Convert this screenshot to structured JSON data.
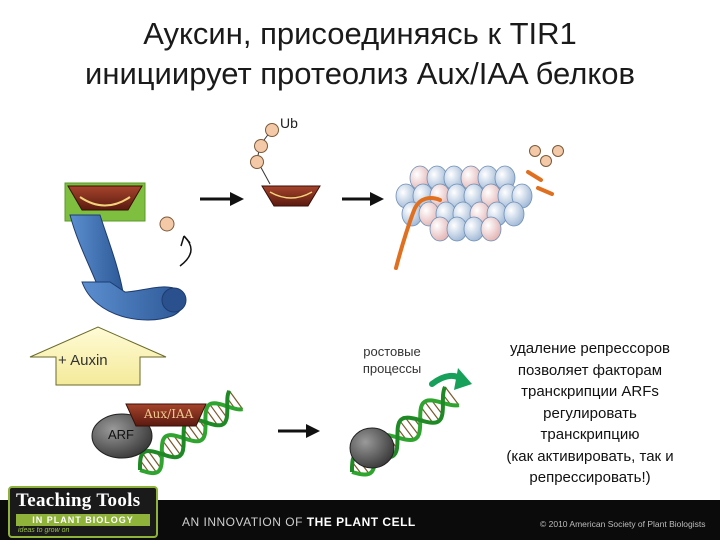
{
  "title": {
    "line1": "Ауксин, присоединяясь к TIR1",
    "line2": "инициирует протеолиз Aux/IAA белков"
  },
  "labels": {
    "ub": "Ub",
    "auxin": "+ Auxin",
    "aux_iaa": "Aux/IAA",
    "arf": "ARF",
    "growth_line1": "ростовые",
    "growth_line2": "процессы",
    "removal": [
      "удаление репрессоров",
      "позволяет факторам",
      "транскрипции ARFs",
      "регулировать",
      "транскрипцию",
      "(как активировать, так и",
      "репрессировать!)"
    ]
  },
  "footer": {
    "logo_line1": "Teaching Tools",
    "logo_line2": "IN PLANT BIOLOGY",
    "logo_line3": "ideas to grow on",
    "innovation_prefix": "AN INNOVATION OF ",
    "innovation_bold": "THE PLANT CELL",
    "copyright": "© 2010 American Society of Plant Biologists"
  },
  "colors": {
    "scf_blue": "#3e6fb0",
    "scf_dark": "#1f3f78",
    "tir1_red": "#8b2a1a",
    "green_box": "#7fbf3f",
    "ub_circle": "#f3c9a8",
    "proteasome": "#b8cfe6",
    "orange": "#e07020",
    "dna_green": "#2fa52f",
    "arrow_green": "#16a05a",
    "auxin_arrow": "#fff8c8"
  },
  "icons": [
    "right-arrow-icon",
    "curved-arrow-icon",
    "dna-helix-icon",
    "proteasome-icon",
    "ubiquitin-icon"
  ]
}
